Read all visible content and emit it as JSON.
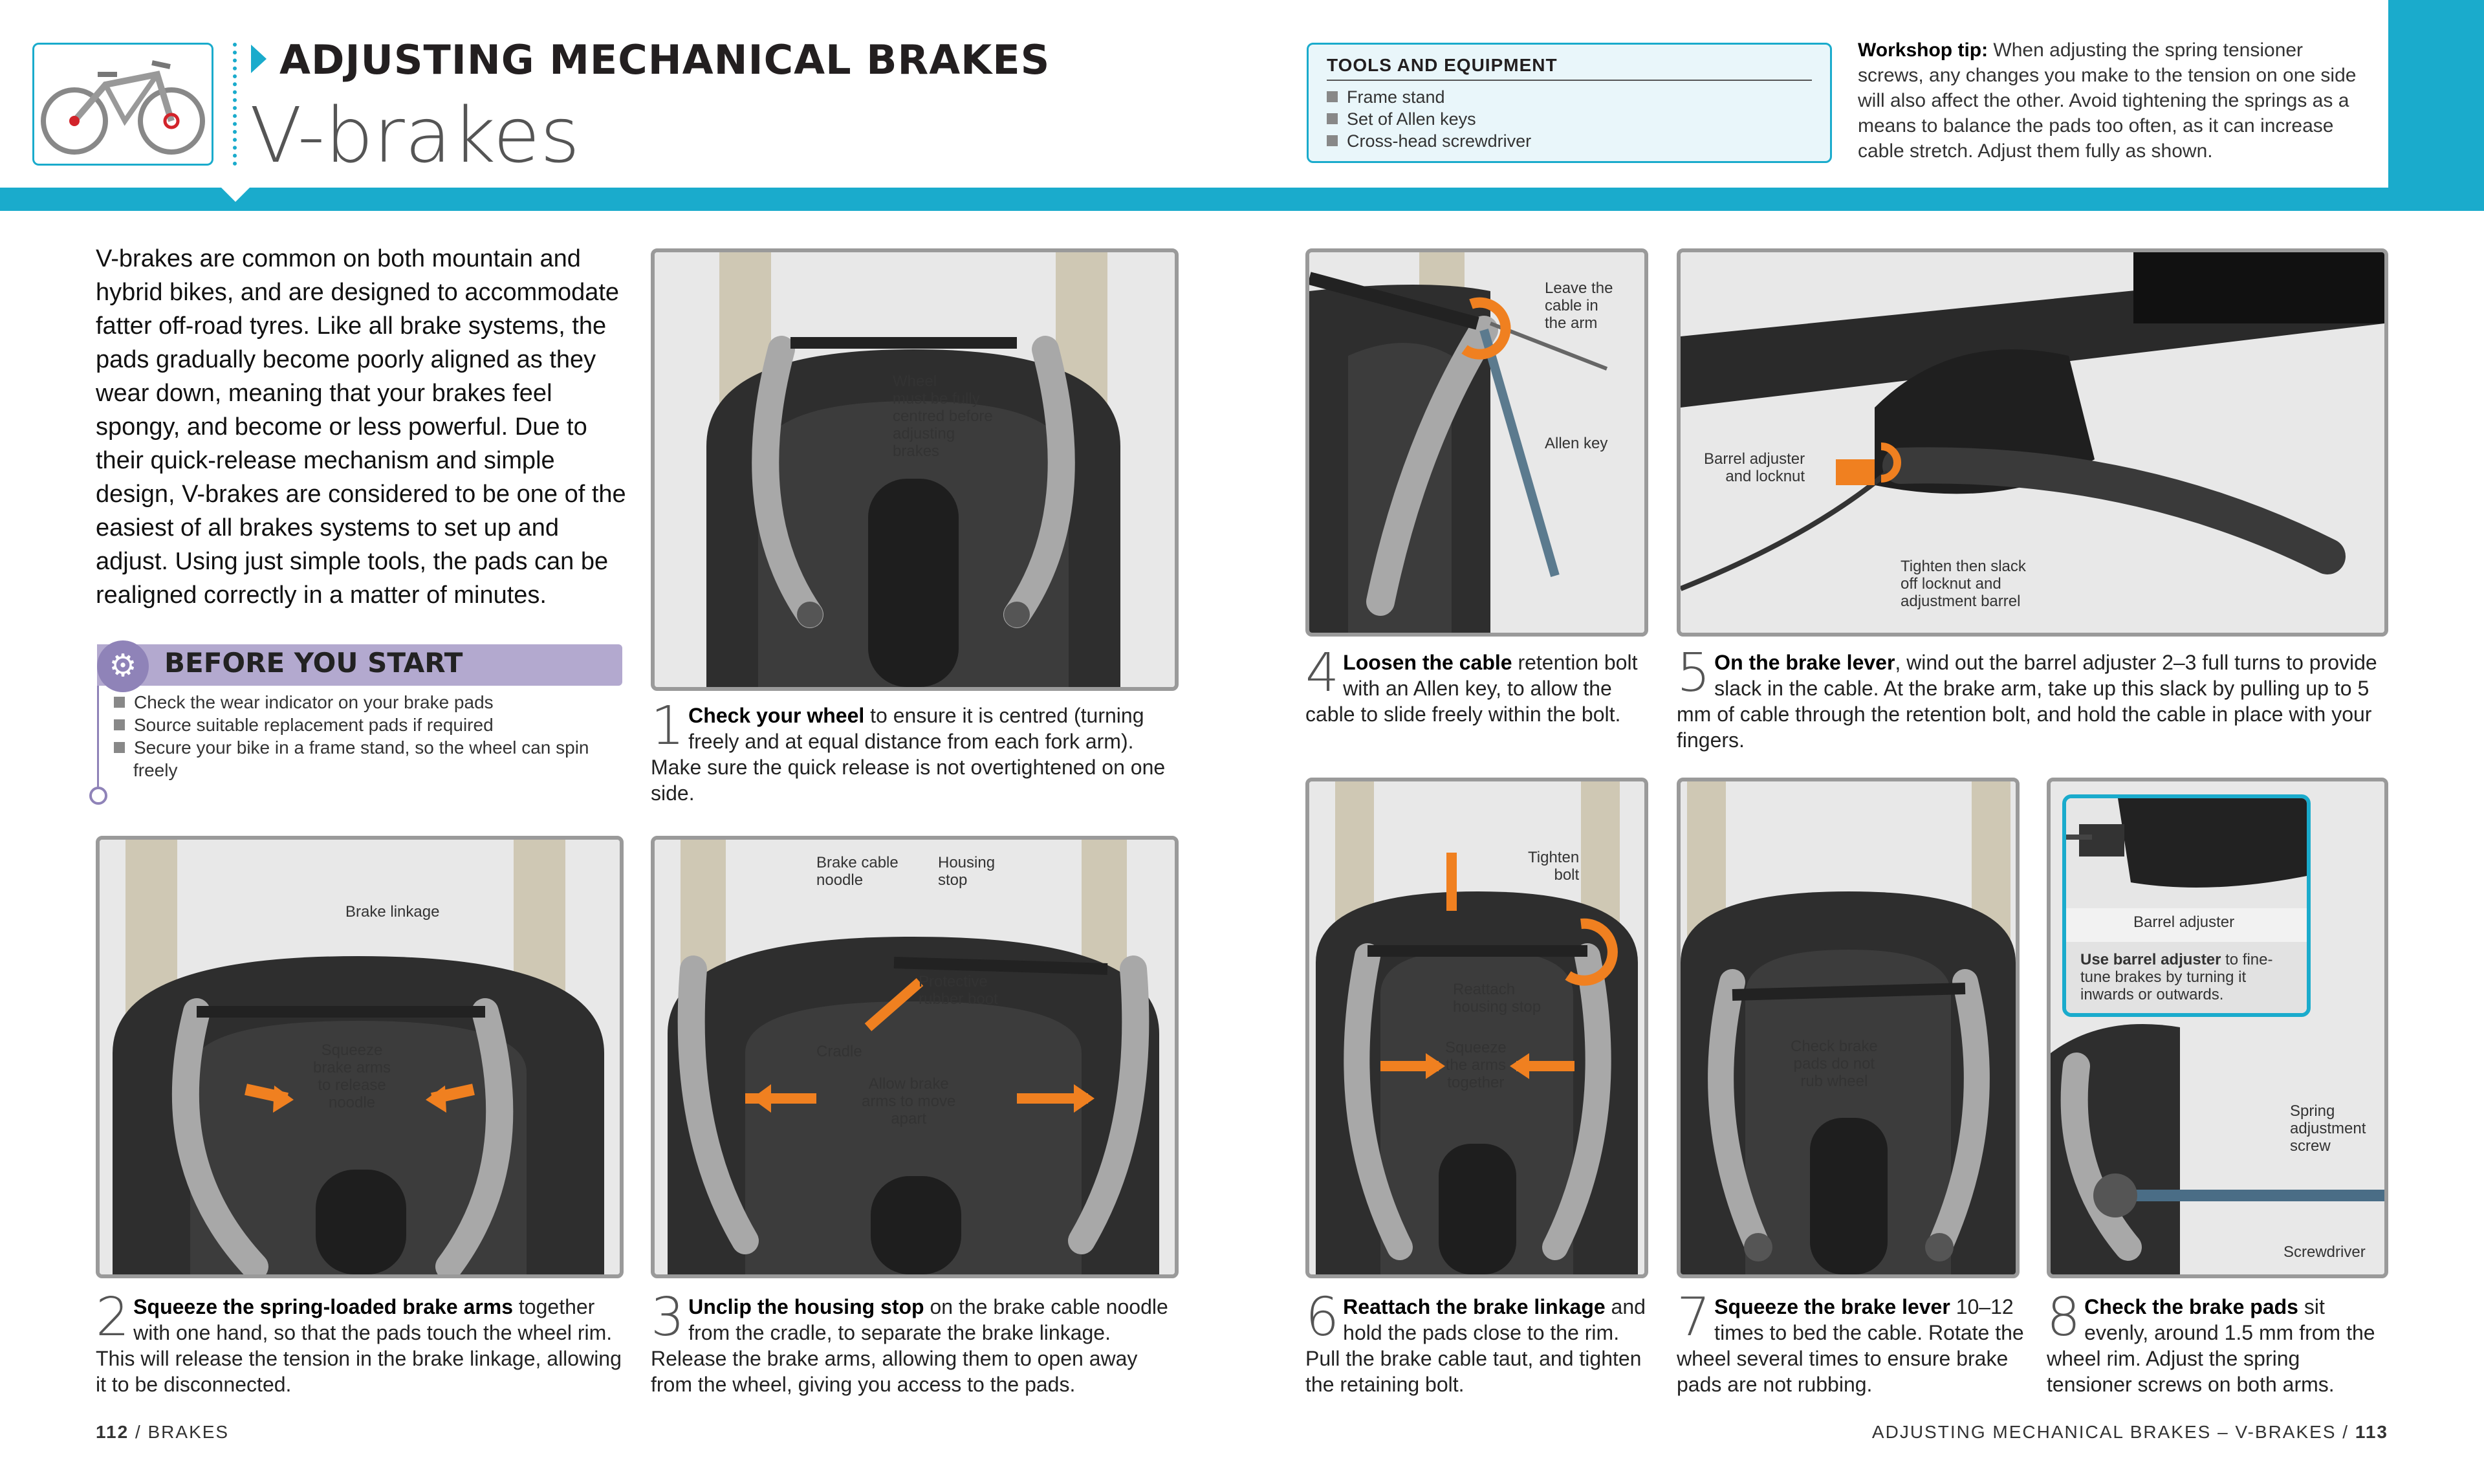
{
  "header": {
    "kicker": "ADJUSTING MECHANICAL BRAKES",
    "title": "V-brakes"
  },
  "tools": {
    "heading": "TOOLS AND EQUIPMENT",
    "items": [
      "Frame stand",
      "Set of Allen keys",
      "Cross-head screwdriver"
    ]
  },
  "tip": {
    "label": "Workshop tip:",
    "text": " When adjusting the spring tensioner screws, any changes you make to the tension on one side will also affect the other. Avoid tightening the springs as a means to balance the pads too often, as it can increase cable stretch. Adjust them fully as shown."
  },
  "intro": "V-brakes are common on both mountain and hybrid bikes, and are designed to accommodate fatter off-road tyres. Like all brake systems, the pads gradually become poorly aligned as they wear down, meaning that your brakes feel spongy, and become or less powerful. Due to their quick-release mechanism and simple design, V-brakes are considered to be one of the easiest of all brakes systems to set up and adjust. Using just simple tools, the pads can be realigned correctly in a matter of minutes.",
  "before": {
    "title": "BEFORE YOU START",
    "items": [
      "Check the wear indicator on your brake pads",
      "Source suitable replacement pads if required",
      "Secure your bike in a frame stand, so the wheel can spin freely"
    ]
  },
  "labels": {
    "p1_wheel": "Wheel\nmust be fully\ncentred before\nadjusting\nbrakes",
    "p2_linkage": "Brake linkage",
    "p2_squeeze": "Squeeze\nbrake arms\nto release\nnoodle",
    "p3_noodle": "Brake cable\nnoodle",
    "p3_housing": "Housing\nstop",
    "p3_boot": "Protective\nrubber boot",
    "p3_cradle": "Cradle",
    "p3_allow": "Allow brake\narms to move\napart",
    "p4_leave": "Leave the\ncable in\nthe arm",
    "p4_allen": "Allen key",
    "p5_barrel": "Barrel adjuster\nand locknut",
    "p5_tighten": "Tighten then slack\noff locknut and\nadjustment barrel",
    "p6_tighten": "Tighten\nbolt",
    "p6_reattach": "Reattach\nhousing stop",
    "p6_squeeze": "Squeeze\nthe arms\ntogether",
    "p7_check": "Check brake\npads do not\nrub wheel",
    "p8_barrel": "Barrel adjuster",
    "p8_use_bold": "Use barrel adjuster",
    "p8_use_rest": " to fine-tune brakes by turning it inwards or outwards.",
    "p8_spring": "Spring\nadjustment\nscrew",
    "p8_screwdriver": "Screwdriver"
  },
  "steps": [
    {
      "num": "1",
      "bold": "Check your wheel",
      "text": " to ensure it is centred (turning freely and at equal distance from each fork arm). Make sure the quick release is not overtightened on one side."
    },
    {
      "num": "2",
      "bold": "Squeeze the spring-loaded brake arms",
      "text": " together with one hand, so that the pads touch the wheel rim. This will release the tension in the brake linkage, allowing it to be disconnected."
    },
    {
      "num": "3",
      "bold": "Unclip the housing stop",
      "text": " on the brake cable noodle from the cradle, to separate the brake linkage. Release the brake arms, allowing them to open away from the wheel, giving you access to the pads."
    },
    {
      "num": "4",
      "bold": "Loosen the cable",
      "text": " retention bolt with an Allen key, to allow the cable to slide freely within the bolt."
    },
    {
      "num": "5",
      "bold": "On the brake lever",
      "text": ", wind out the barrel adjuster 2–3 full turns to provide slack in the cable. At the brake arm, take up this slack by pulling up to 5 mm of cable through the retention bolt, and hold the cable in place with your fingers."
    },
    {
      "num": "6",
      "bold": "Reattach the brake linkage",
      "text": " and hold the pads close to the rim. Pull the brake cable taut, and tighten the retaining bolt."
    },
    {
      "num": "7",
      "bold": "Squeeze the brake lever",
      "text": " 10–12 times to bed the cable. Rotate the wheel several times to ensure brake pads are not rubbing."
    },
    {
      "num": "8",
      "bold": "Check the brake pads",
      "text": " sit evenly, around 1.5 mm from the wheel rim. Adjust the spring tensioner screws on both arms."
    }
  ],
  "footer": {
    "left_num": "112",
    "left_text": " / BRAKES",
    "right_text": "ADJUSTING MECHANICAL BRAKES – V-BRAKES / ",
    "right_num": "113"
  },
  "colors": {
    "accent": "#1aabcc",
    "before_band": "#b3a9cf",
    "arrow": "#f08020",
    "panel_border": "#9a9a9a"
  }
}
